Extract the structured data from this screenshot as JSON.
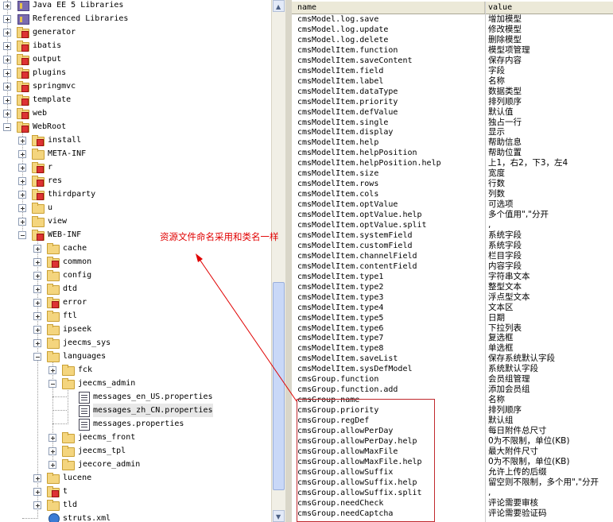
{
  "tree": [
    {
      "label": "Java EE 5 Libraries",
      "level": 0,
      "toggle": "plus",
      "icon": "library"
    },
    {
      "label": "Referenced Libraries",
      "level": 0,
      "toggle": "plus",
      "icon": "library"
    },
    {
      "label": "generator",
      "level": 0,
      "toggle": "plus",
      "icon": "package-folder"
    },
    {
      "label": "ibatis",
      "level": 0,
      "toggle": "plus",
      "icon": "package-folder"
    },
    {
      "label": "output",
      "level": 0,
      "toggle": "plus",
      "icon": "package-folder"
    },
    {
      "label": "plugins",
      "level": 0,
      "toggle": "plus",
      "icon": "package-folder"
    },
    {
      "label": "springmvc",
      "level": 0,
      "toggle": "plus",
      "icon": "package-folder"
    },
    {
      "label": "template",
      "level": 0,
      "toggle": "plus",
      "icon": "package-folder"
    },
    {
      "label": "web",
      "level": 0,
      "toggle": "plus",
      "icon": "package-folder"
    },
    {
      "label": "WebRoot",
      "level": 0,
      "toggle": "minus",
      "icon": "package-folder"
    },
    {
      "label": "install",
      "level": 1,
      "toggle": "plus",
      "icon": "package-folder"
    },
    {
      "label": "META-INF",
      "level": 1,
      "toggle": "plus",
      "icon": "folder"
    },
    {
      "label": "r",
      "level": 1,
      "toggle": "plus",
      "icon": "package-folder"
    },
    {
      "label": "res",
      "level": 1,
      "toggle": "plus",
      "icon": "package-folder"
    },
    {
      "label": "thirdparty",
      "level": 1,
      "toggle": "plus",
      "icon": "package-folder"
    },
    {
      "label": "u",
      "level": 1,
      "toggle": "plus",
      "icon": "folder"
    },
    {
      "label": "view",
      "level": 1,
      "toggle": "plus",
      "icon": "folder"
    },
    {
      "label": "WEB-INF",
      "level": 1,
      "toggle": "minus",
      "icon": "package-folder"
    },
    {
      "label": "cache",
      "level": 2,
      "toggle": "plus",
      "icon": "folder"
    },
    {
      "label": "common",
      "level": 2,
      "toggle": "plus",
      "icon": "package-folder"
    },
    {
      "label": "config",
      "level": 2,
      "toggle": "plus",
      "icon": "folder"
    },
    {
      "label": "dtd",
      "level": 2,
      "toggle": "plus",
      "icon": "folder"
    },
    {
      "label": "error",
      "level": 2,
      "toggle": "plus",
      "icon": "package-folder"
    },
    {
      "label": "ftl",
      "level": 2,
      "toggle": "plus",
      "icon": "folder"
    },
    {
      "label": "ipseek",
      "level": 2,
      "toggle": "plus",
      "icon": "folder"
    },
    {
      "label": "jeecms_sys",
      "level": 2,
      "toggle": "plus",
      "icon": "folder"
    },
    {
      "label": "languages",
      "level": 2,
      "toggle": "minus",
      "icon": "folder"
    },
    {
      "label": "fck",
      "level": 3,
      "toggle": "plus",
      "icon": "folder"
    },
    {
      "label": "jeecms_admin",
      "level": 3,
      "toggle": "minus",
      "icon": "folder"
    },
    {
      "label": "messages_en_US.properties",
      "level": 4,
      "toggle": "none",
      "icon": "properties-file"
    },
    {
      "label": "messages_zh_CN.properties",
      "level": 4,
      "toggle": "none",
      "icon": "properties-file",
      "selected": true
    },
    {
      "label": "messages.properties",
      "level": 4,
      "toggle": "none",
      "icon": "properties-file"
    },
    {
      "label": "jeecms_front",
      "level": 3,
      "toggle": "plus",
      "icon": "folder"
    },
    {
      "label": "jeecms_tpl",
      "level": 3,
      "toggle": "plus",
      "icon": "folder"
    },
    {
      "label": "jeecore_admin",
      "level": 3,
      "toggle": "plus",
      "icon": "folder"
    },
    {
      "label": "lucene",
      "level": 2,
      "toggle": "plus",
      "icon": "folder"
    },
    {
      "label": "t",
      "level": 2,
      "toggle": "plus",
      "icon": "package-folder"
    },
    {
      "label": "tld",
      "level": 2,
      "toggle": "plus",
      "icon": "folder"
    },
    {
      "label": "struts.xml",
      "level": 2,
      "toggle": "none",
      "icon": "xml-file"
    }
  ],
  "table": {
    "headers": [
      "name",
      "value"
    ],
    "rows": [
      [
        "cmsModel.log.save",
        "增加模型"
      ],
      [
        "cmsModel.log.update",
        "修改模型"
      ],
      [
        "cmsModel.log.delete",
        "删除模型"
      ],
      [
        "cmsModelItem.function",
        "模型项管理"
      ],
      [
        "cmsModelItem.saveContent",
        "保存内容"
      ],
      [
        "cmsModelItem.field",
        "字段"
      ],
      [
        "cmsModelItem.label",
        "名称"
      ],
      [
        "cmsModelItem.dataType",
        "数据类型"
      ],
      [
        "cmsModelItem.priority",
        "排列顺序"
      ],
      [
        "cmsModelItem.defValue",
        "默认值"
      ],
      [
        "cmsModelItem.single",
        "独占一行"
      ],
      [
        "cmsModelItem.display",
        "显示"
      ],
      [
        "cmsModelItem.help",
        "帮助信息"
      ],
      [
        "cmsModelItem.helpPosition",
        "帮助位置"
      ],
      [
        "cmsModelItem.helpPosition.help",
        "上1，右2，下3，左4"
      ],
      [
        "cmsModelItem.size",
        "宽度"
      ],
      [
        "cmsModelItem.rows",
        "行数"
      ],
      [
        "cmsModelItem.cols",
        "列数"
      ],
      [
        "cmsModelItem.optValue",
        "可选项"
      ],
      [
        "cmsModelItem.optValue.help",
        "多个值用\",\"分开"
      ],
      [
        "cmsModelItem.optValue.split",
        ","
      ],
      [
        "cmsModelItem.systemField",
        "系统字段"
      ],
      [
        "cmsModelItem.customField",
        "系统字段"
      ],
      [
        "cmsModelItem.channelField",
        "栏目字段"
      ],
      [
        "cmsModelItem.contentField",
        "内容字段"
      ],
      [
        "cmsModelItem.type1",
        "字符串文本"
      ],
      [
        "cmsModelItem.type2",
        "整型文本"
      ],
      [
        "cmsModelItem.type3",
        "浮点型文本"
      ],
      [
        "cmsModelItem.type4",
        "文本区"
      ],
      [
        "cmsModelItem.type5",
        "日期"
      ],
      [
        "cmsModelItem.type6",
        "下拉列表"
      ],
      [
        "cmsModelItem.type7",
        "复选框"
      ],
      [
        "cmsModelItem.type8",
        "单选框"
      ],
      [
        "cmsModelItem.saveList",
        "保存系统默认字段"
      ],
      [
        "cmsModelItem.sysDefModel",
        "系统默认字段"
      ],
      [
        "cmsGroup.function",
        "会员组管理"
      ],
      [
        "cmsGroup.function.add",
        "添加会员组"
      ],
      [
        "cmsGroup.name",
        "名称"
      ],
      [
        "cmsGroup.priority",
        "排列顺序"
      ],
      [
        "cmsGroup.regDef",
        "默认组"
      ],
      [
        "cmsGroup.allowPerDay",
        "每日附件总尺寸"
      ],
      [
        "cmsGroup.allowPerDay.help",
        "0为不限制，单位(KB)"
      ],
      [
        "cmsGroup.allowMaxFile",
        "最大附件尺寸"
      ],
      [
        "cmsGroup.allowMaxFile.help",
        "0为不限制，单位(KB)"
      ],
      [
        "cmsGroup.allowSuffix",
        "允许上传的后缀"
      ],
      [
        "cmsGroup.allowSuffix.help",
        "留空则不限制，多个用\",\"分开"
      ],
      [
        "cmsGroup.allowSuffix.split",
        ","
      ],
      [
        "cmsGroup.needCheck",
        "评论需要审核"
      ],
      [
        "cmsGroup.needCaptcha",
        "评论需要验证码"
      ]
    ]
  },
  "annotation": {
    "text": "资源文件命名采用和类名一样",
    "color": "#e00000"
  }
}
